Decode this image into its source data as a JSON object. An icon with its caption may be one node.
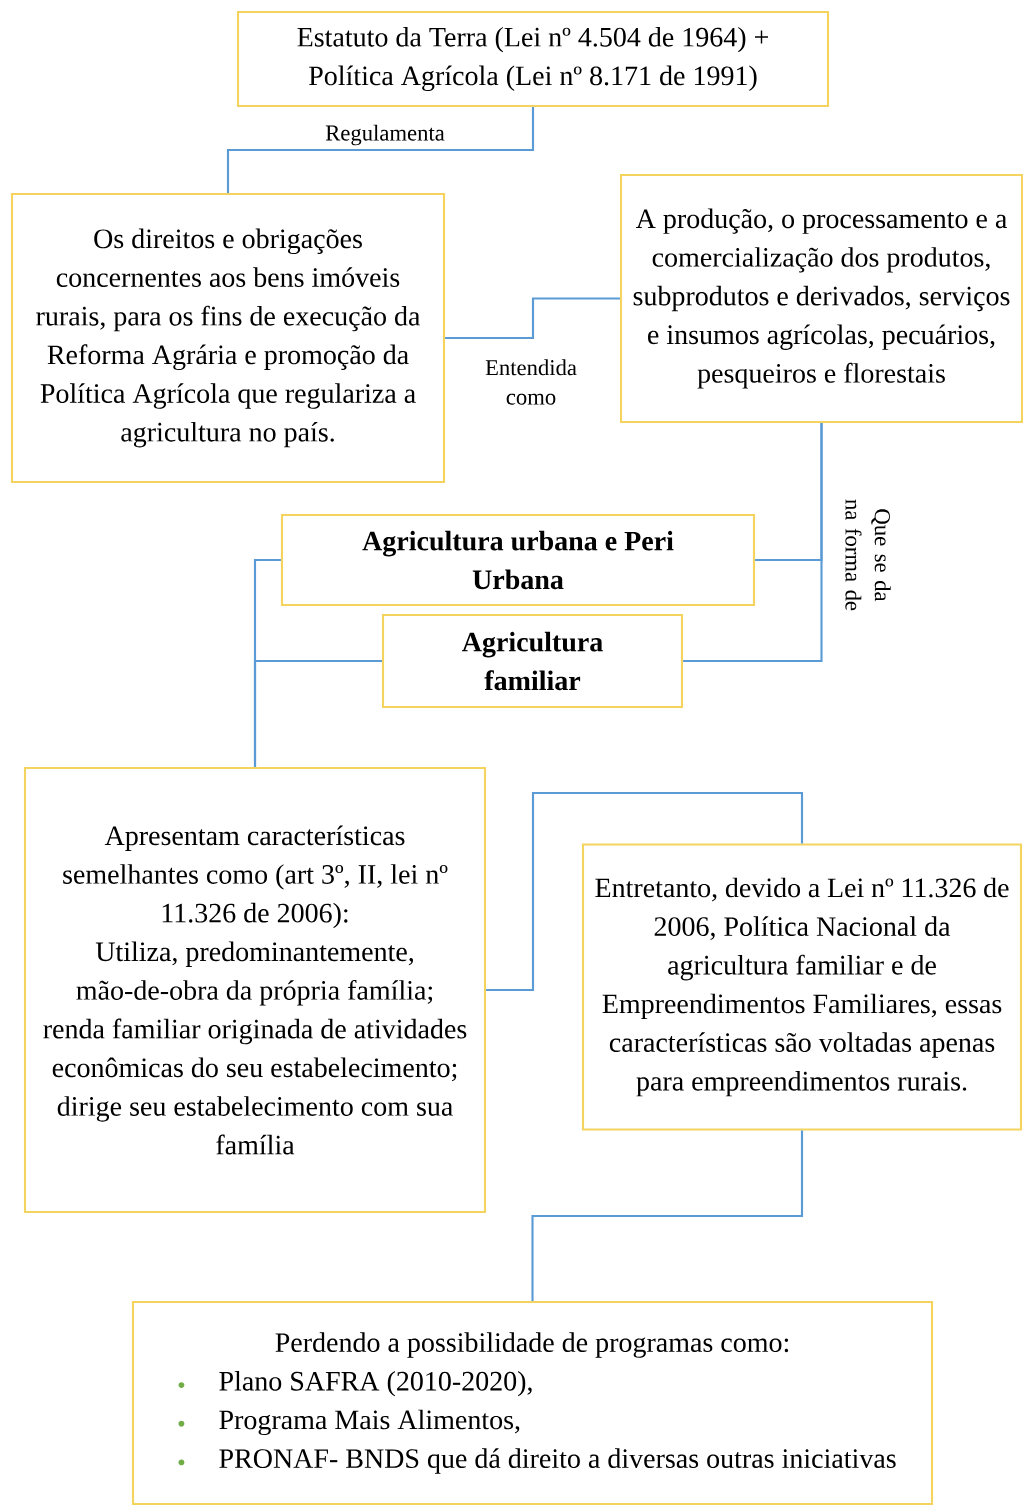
{
  "diagram": {
    "nodes": [
      {
        "text": [
          "Estatuto da Terra (Lei nº 4.504 de 1964) + Política Agrícola (Lei nº 8.171 de 1991)"
        ]
      },
      {
        "text": [
          "Os direitos e obrigações concernentes aos bens imóveis rurais, para os fins de execução da Reforma Agrária e promoção da Política Agrícola que regulariza a agricultura no país."
        ]
      },
      {
        "text": [
          "A produção, o processamento e a comercialização dos produtos, subprodutos e derivados, serviços e insumos agrícolas, pecuários, pesqueiros e florestais"
        ]
      },
      {
        "text": [
          "Agricultura urbana e Peri Urbana"
        ]
      },
      {
        "text": [
          "Agricultura familiar"
        ]
      },
      {
        "text": [
          "Apresentam características semelhantes como (art 3º, II, lei nº 11.326 de 2006):",
          "Utiliza, predominantemente, mão-de-obra da própria família;",
          "renda familiar originada de atividades econômicas do seu estabelecimento;",
          "dirige seu estabelecimento com sua família"
        ]
      },
      {
        "text": [
          "Entretanto, devido a Lei nº 11.326 de 2006, Política Nacional da agricultura familiar e de Empreendimentos Familiares, essas características são voltadas apenas para empreendimentos rurais."
        ]
      },
      {
        "text": [
          "Perdendo a possibilidade de programas como:",
          "Plano SAFRA (2010-2020),",
          "Programa Mais Alimentos,",
          "PRONAF- BNDS que dá direito a diversas outras iniciativas"
        ]
      }
    ],
    "edges": [
      {
        "from": 0,
        "to": 1,
        "arrow": "none",
        "label": "Regulamenta"
      },
      {
        "from": 1,
        "to": 2,
        "arrow": "none",
        "label": "Entendida como"
      },
      {
        "from": 2,
        "to": 3,
        "arrow": "none",
        "label": "Que se da na forma de"
      },
      {
        "from": 2,
        "to": 4,
        "arrow": "none"
      },
      {
        "from": 3,
        "to": 5,
        "arrow": "none"
      },
      {
        "from": 4,
        "to": 5,
        "arrow": "none"
      },
      {
        "from": 5,
        "to": 6,
        "arrow": "none"
      },
      {
        "from": 6,
        "to": 7,
        "arrow": "none"
      }
    ]
  }
}
